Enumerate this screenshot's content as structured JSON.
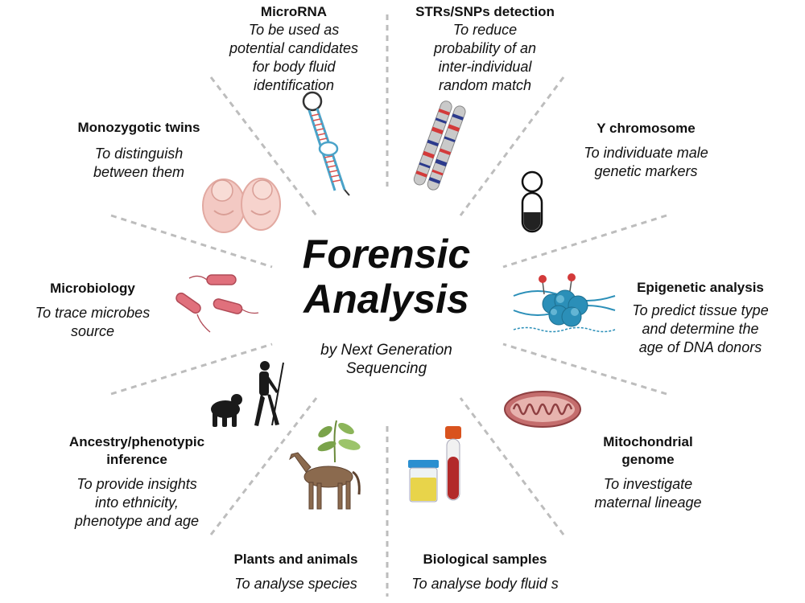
{
  "center": {
    "title_line1": "Forensic",
    "title_line2": "Analysis",
    "subtitle_line1": "by Next Generation",
    "subtitle_line2": "Sequencing"
  },
  "items": {
    "microrna": {
      "heading": "MicroRNA",
      "lines": [
        "To be used as",
        "potential candidates",
        "for body fluid",
        "identification"
      ]
    },
    "strs": {
      "heading": "STRs/SNPs detection",
      "lines": [
        "To reduce",
        "probability of an",
        "inter-individual",
        "random match"
      ]
    },
    "twins": {
      "heading": "Monozygotic twins",
      "lines": [
        "To distinguish",
        "between them"
      ]
    },
    "ychrom": {
      "heading": "Y chromosome",
      "lines": [
        "To individuate male",
        "genetic markers"
      ]
    },
    "micro": {
      "heading": "Microbiology",
      "lines": [
        "To trace microbes",
        "source"
      ]
    },
    "epi": {
      "heading": "Epigenetic analysis",
      "lines": [
        "To predict tissue type",
        "and determine the",
        "age of DNA donors"
      ]
    },
    "ancestry": {
      "heading_lines": [
        "Ancestry/phenotypic",
        "inference"
      ],
      "lines": [
        "To provide insights",
        "into ethnicity,",
        "phenotype and age"
      ]
    },
    "mito": {
      "heading_lines": [
        "Mitochondrial",
        "genome"
      ],
      "lines": [
        "To investigate",
        "maternal lineage"
      ]
    },
    "plants": {
      "heading": "Plants and animals",
      "lines": [
        "To analyse species"
      ]
    },
    "bio": {
      "heading": "Biological samples",
      "lines": [
        "To analyse body fluid s"
      ]
    }
  },
  "colors": {
    "ray": "#bdbdbd",
    "rna_stem": "#4aa3c9",
    "rna_pair": "#d9534f",
    "chrom_band_red": "#d33a3a",
    "chrom_band_blue": "#2b3a8c",
    "twin_pink": "#f3c9c3",
    "bacteria": "#e0707c",
    "nucleosome": "#2b8fb8",
    "mito_outer": "#b8585a",
    "horse": "#8b6a4e",
    "plant": "#7aa34a",
    "urine": "#e8d44a",
    "blood": "#b22a2a"
  }
}
